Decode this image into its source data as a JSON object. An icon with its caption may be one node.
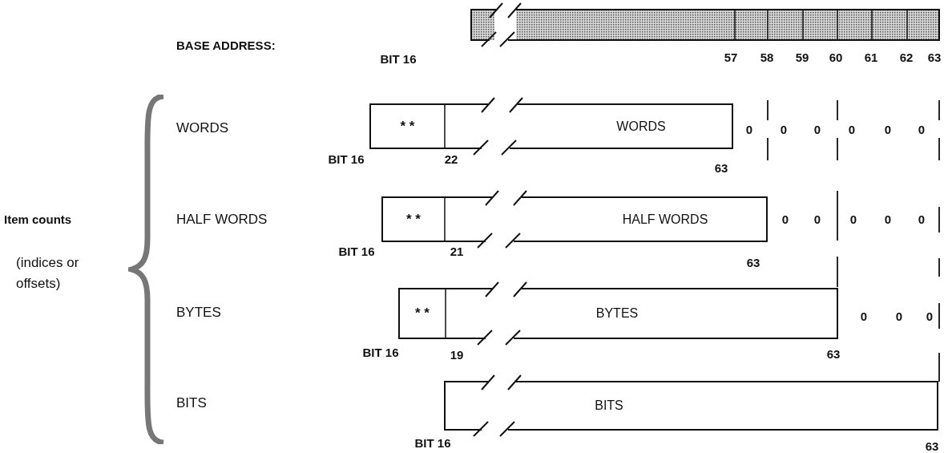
{
  "diagram": {
    "nodes": [
      {
        "text": [],
        "shape": "bar"
      },
      {
        "text": [
          "* *",
          "WORDS"
        ]
      },
      {
        "text": [
          "* *",
          "HALF WORDS"
        ]
      },
      {
        "text": [
          "* *",
          "BYTES"
        ]
      },
      {
        "text": [
          "BITS"
        ]
      }
    ],
    "labels": [
      "BASE ADDRESS:",
      "BIT 16",
      "57",
      "58",
      "59",
      "60",
      "61",
      "62",
      "63",
      "WORDS",
      "0",
      "0",
      "0",
      "0",
      "0",
      "0",
      "BIT 16",
      "22",
      "63",
      "Item counts",
      "HALF WORDS",
      "0",
      "0",
      "0",
      "0",
      "0",
      "(indices or offsets)",
      "BIT 16",
      "21",
      "63",
      "BYTES",
      "0",
      "0",
      "0",
      "BIT 16",
      "19",
      "63",
      "BITS",
      "BIT 16",
      "63"
    ]
  }
}
